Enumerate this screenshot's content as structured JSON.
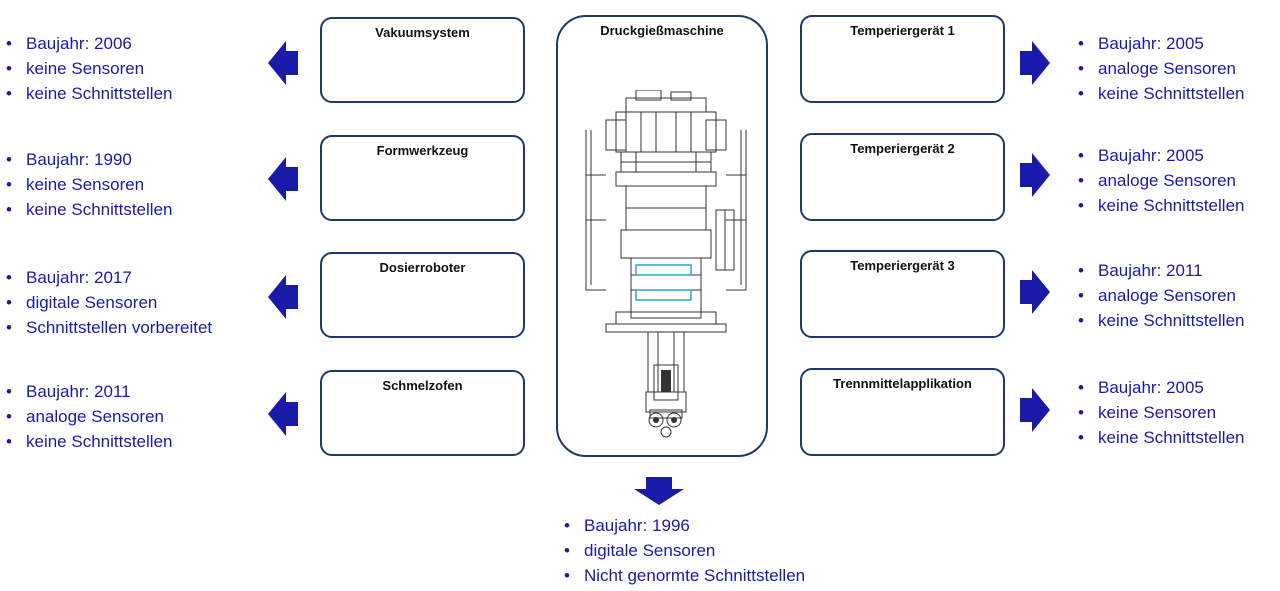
{
  "center": {
    "title": "Druckgießmaschine",
    "details": [
      "Baujahr: 1996",
      "digitale Sensoren",
      "Nicht genormte Schnittstellen"
    ]
  },
  "left": [
    {
      "title": "Vakuumsystem",
      "details": [
        "Baujahr: 2006",
        "keine Sensoren",
        "keine Schnittstellen"
      ]
    },
    {
      "title": "Formwerkzeug",
      "details": [
        "Baujahr: 1990",
        "keine Sensoren",
        "keine Schnittstellen"
      ]
    },
    {
      "title": "Dosierroboter",
      "details": [
        "Baujahr: 2017",
        "digitale Sensoren",
        "Schnittstellen vorbereitet"
      ]
    },
    {
      "title": "Schmelzofen",
      "details": [
        "Baujahr: 2011",
        "analoge Sensoren",
        "keine Schnittstellen"
      ]
    }
  ],
  "right": [
    {
      "title": "Temperiergerät 1",
      "details": [
        "Baujahr: 2005",
        "analoge Sensoren",
        "keine Schnittstellen"
      ]
    },
    {
      "title": "Temperiergerät 2",
      "details": [
        "Baujahr: 2005",
        "analoge Sensoren",
        "keine Schnittstellen"
      ]
    },
    {
      "title": "Temperiergerät 3",
      "details": [
        "Baujahr: 2011",
        "analoge Sensoren",
        "keine Schnittstellen"
      ]
    },
    {
      "title": "Trennmittelapplikation",
      "details": [
        "Baujahr: 2005",
        "keine Sensoren",
        "keine Schnittstellen"
      ]
    }
  ],
  "colors": {
    "box_border": "#1f3864",
    "arrow": "#1a1aa8",
    "text": "#1a1aa8"
  }
}
